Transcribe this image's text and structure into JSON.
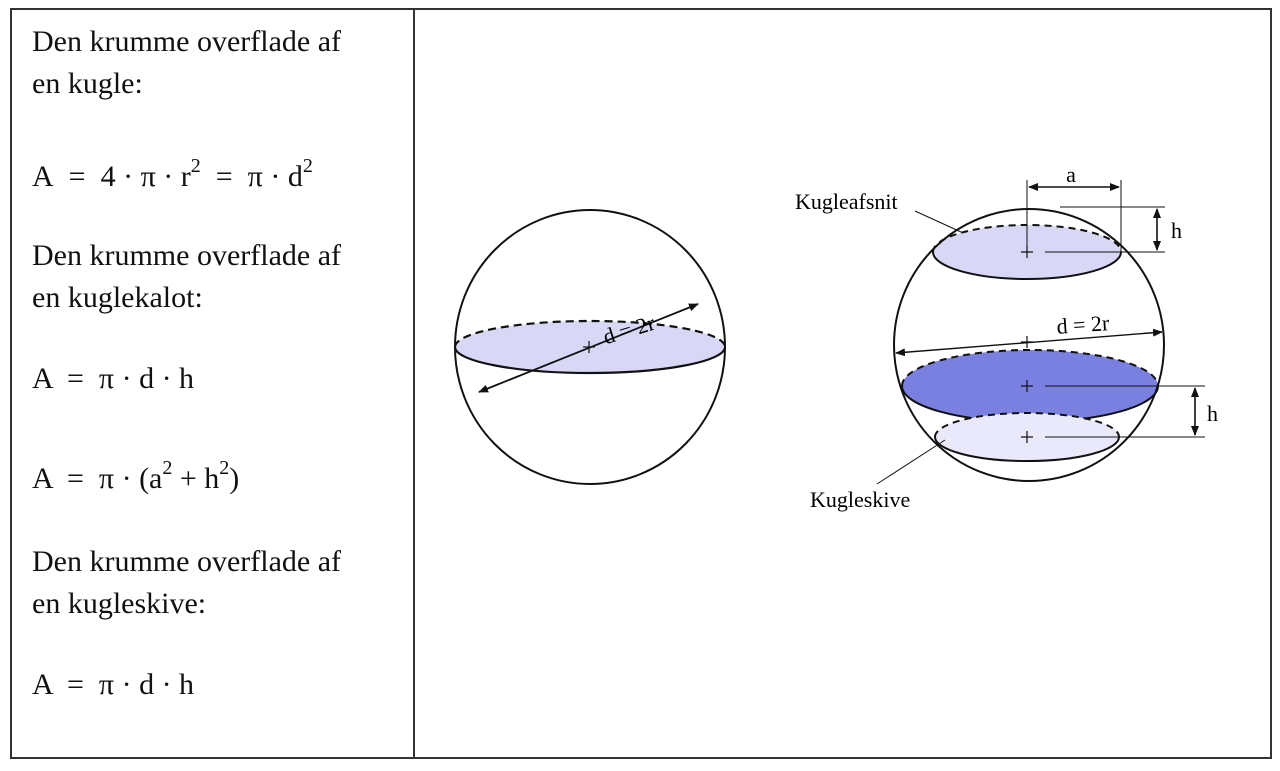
{
  "left_panel": {
    "heading_sphere_line1": "Den krumme overflade af",
    "heading_sphere_line2": "en kugle:",
    "formula_sphere": {
      "A": "A",
      "eq": "=",
      "four": "4",
      "dot": "·",
      "pi": "π",
      "r": "r",
      "exp2": "2",
      "d": "d"
    },
    "heading_cap_line1": "Den krumme overflade af",
    "heading_cap_line2": "en kuglekalot:",
    "formula_cap_1": "A  =  π · d · h",
    "formula_cap_2": {
      "prefix": "A  =  π · (a",
      "exp_a": "2",
      "mid": " + h",
      "exp_h": "2",
      "suffix": ")"
    },
    "heading_slice_line1": "Den krumme overflade af",
    "heading_slice_line2": "en kugleskive:",
    "formula_slice": "A  =  π · d · h"
  },
  "diagram": {
    "sphere1_diameter_label": "d = 2r",
    "sphere2_diameter_label": "d = 2r",
    "cap_label": "Kugleafsnit",
    "slice_label": "Kugleskive",
    "radius_a_label": "a",
    "cap_height_label": "h",
    "slice_height_label": "h",
    "colors": {
      "light_fill": "#d8d8f6",
      "dark_fill": "#7a80e0",
      "pale_fill": "#e9e9fb",
      "stroke": "#111111",
      "leader": "#8a9a50"
    }
  }
}
